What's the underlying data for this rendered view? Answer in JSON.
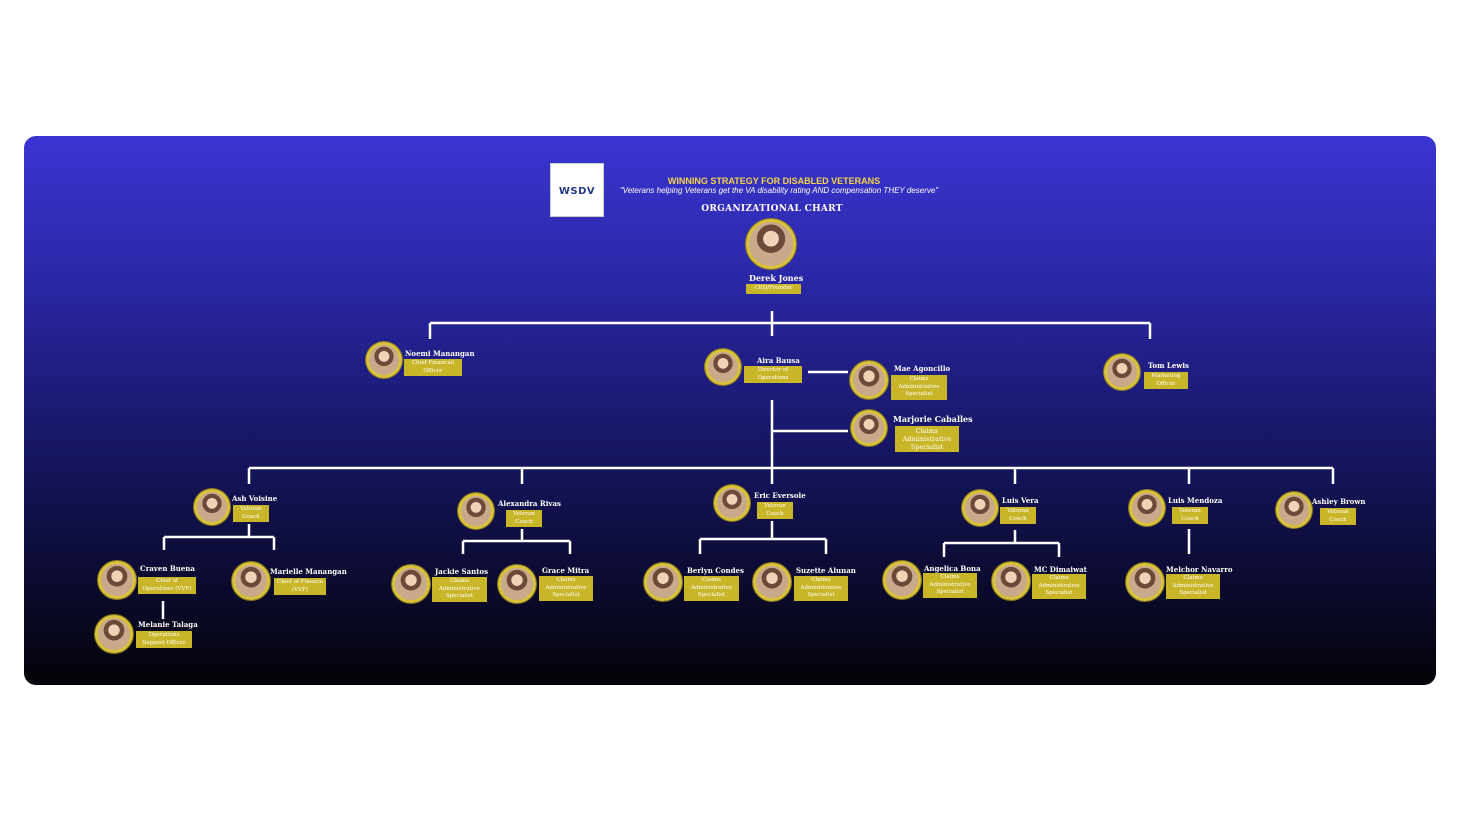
{
  "organization": {
    "name": "WINNING STRATEGY FOR DISABLED VETERANS",
    "tagline": "\"Veterans helping Veterans get the VA disability rating AND compensation THEY deserve\"",
    "logo_text": "WSDV",
    "chart_title": "ORGANIZATIONAL CHART"
  },
  "colors": {
    "accent": "#c9b628",
    "title": "#f5d646",
    "background_top": "#3a35d2",
    "background_bottom": "#030308"
  },
  "people": {
    "derek": {
      "name": "Derek Jones",
      "role": "CEO/Founder"
    },
    "noemi": {
      "name": "Noemi Manangan",
      "role": "Chief Financial Officer"
    },
    "aira": {
      "name": "Aira Bausa",
      "role": "Director of Operations"
    },
    "mae": {
      "name": "Mae Agoncillo",
      "role": "Claims Administrative Specialist"
    },
    "marjorie": {
      "name": "Marjorie Caballes",
      "role": "Claims Administrative Specialist"
    },
    "tom": {
      "name": "Tom Lewis",
      "role": "Marketing Officer"
    },
    "ash": {
      "name": "Ash Voisine",
      "role": "Veteran Coach"
    },
    "alexandra": {
      "name": "Alexandra Rivas",
      "role": "Veteran Coach"
    },
    "eric": {
      "name": "Eric Eversole",
      "role": "Veteran Coach"
    },
    "luisv": {
      "name": "Luis Vera",
      "role": "Veteran Coach"
    },
    "luism": {
      "name": "Luis Mendoza",
      "role": "Veteran Coach"
    },
    "ashley": {
      "name": "Ashley Brown",
      "role": "Veteran Coach"
    },
    "craven": {
      "name": "Craven Buena",
      "role": "Chief of Operations (VVF)"
    },
    "marielle": {
      "name": "Marielle Manangan",
      "role": "Chief of Finance (VVF)"
    },
    "melanie": {
      "name": "Melanie Talaga",
      "role": "Operations Support Officer"
    },
    "jackie": {
      "name": "Jackie Santos",
      "role": "Claims Administrative Specialist"
    },
    "grace": {
      "name": "Grace Mitra",
      "role": "Claims Administrative Specialist"
    },
    "berlyn": {
      "name": "Berlyn Condes",
      "role": "Claims Administrative Specialist"
    },
    "suzette": {
      "name": "Suzette Alunan",
      "role": "Claims Administrative Specialist"
    },
    "angelica": {
      "name": "Angelica Bona",
      "role": "Claims Administrative Specialist"
    },
    "mc": {
      "name": "MC Dimaiwat",
      "role": "Claims Administrative Specialist"
    },
    "melchor": {
      "name": "Melchor Navarro",
      "role": "Claims Administrative Specialist"
    }
  }
}
